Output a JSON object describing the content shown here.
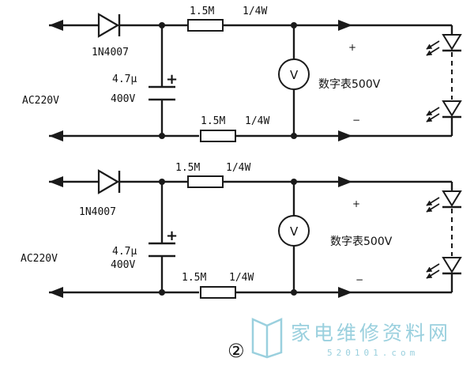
{
  "circuits": [
    {
      "diode_label": "1N4007",
      "capacitor_value": "4.7μ",
      "capacitor_voltage": "400V",
      "source_label": "AC220V",
      "resistor_top_value": "1.5M",
      "resistor_top_power": "1/4W",
      "resistor_bottom_value": "1.5M",
      "resistor_bottom_power": "1/4W",
      "meter_symbol": "V",
      "meter_label": "数字表500V",
      "plus_sign": "+",
      "minus_sign": "−",
      "cap_plus": "+"
    },
    {
      "diode_label": "1N4007",
      "capacitor_value": "4.7μ",
      "capacitor_voltage": "400V",
      "source_label": "AC220V",
      "resistor_top_value": "1.5M",
      "resistor_top_power": "1/4W",
      "resistor_bottom_value": "1.5M",
      "resistor_bottom_power": "1/4W",
      "meter_symbol": "V",
      "meter_label": "数字表500V",
      "plus_sign": "+",
      "minus_sign": "−",
      "cap_plus": "+"
    }
  ],
  "figure_number": "②",
  "watermark": {
    "text": "家电维修资料网",
    "url": "520101.com"
  },
  "colors": {
    "line": "#1a1a1a",
    "watermark": "#9ad0de"
  }
}
